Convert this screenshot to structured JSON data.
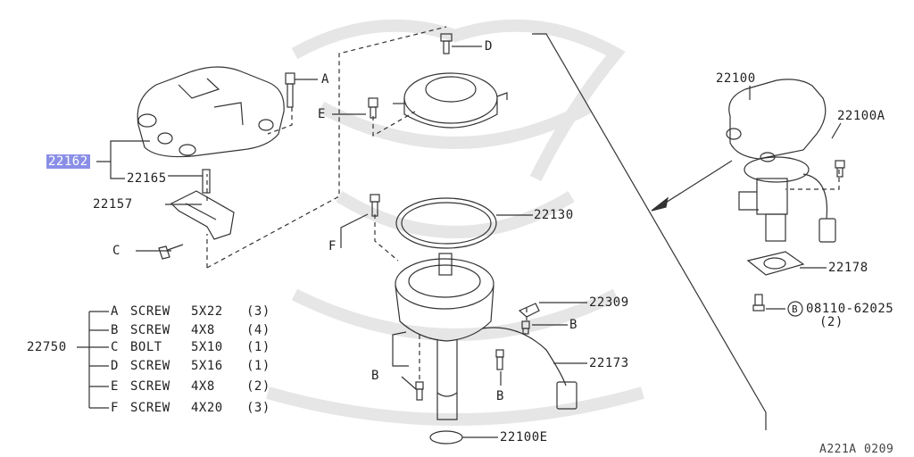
{
  "labels": {
    "p22162": "22162",
    "p22165": "22165",
    "p22157": "22157",
    "A": "A",
    "B1": "B",
    "B2": "B",
    "B3": "B",
    "C": "C",
    "D": "D",
    "E": "E",
    "F": "F",
    "p22130": "22130",
    "p22309": "22309",
    "p22173": "22173",
    "p22100E": "22100E",
    "p22100": "22100",
    "p22100A": "22100A",
    "p22178": "22178",
    "bolt_code": "08110-62025",
    "bolt_circle": "B",
    "bolt_qty": "(2)",
    "p22750": "22750",
    "figure_code": "A221A 0209"
  },
  "kit": {
    "items": [
      {
        "letter": "A",
        "name": "SCREW",
        "size": "5X22",
        "qty": "(3)"
      },
      {
        "letter": "B",
        "name": "SCREW",
        "size": "4X8",
        "qty": "(4)"
      },
      {
        "letter": "C",
        "name": "BOLT",
        "size": "5X10",
        "qty": "(1)"
      },
      {
        "letter": "D",
        "name": "SCREW",
        "size": "5X16",
        "qty": "(1)"
      },
      {
        "letter": "E",
        "name": "SCREW",
        "size": "4X8",
        "qty": "(2)"
      },
      {
        "letter": "F",
        "name": "SCREW",
        "size": "4X20",
        "qty": "(3)"
      }
    ]
  },
  "colors": {
    "line": "#333333",
    "highlight": "#8a8fe6",
    "watermark": "#e6e6e6"
  }
}
